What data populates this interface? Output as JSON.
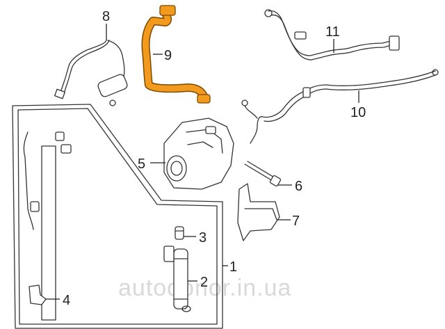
{
  "callouts": {
    "c1": "1",
    "c2": "2",
    "c3": "3",
    "c4": "4",
    "c5": "5",
    "c6": "6",
    "c7": "7",
    "c8": "8",
    "c9": "9",
    "c10": "10",
    "c11": "11"
  },
  "watermark": "autodonor.in.ua",
  "colors": {
    "highlight": "#f29a1e",
    "line": "#333333",
    "watermark": "#d9d9d9"
  }
}
